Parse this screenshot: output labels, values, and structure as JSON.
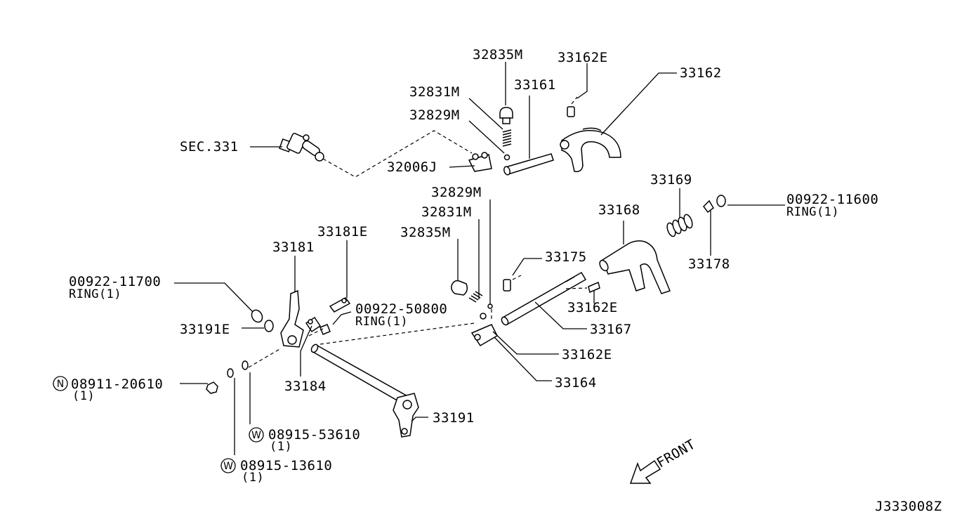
{
  "diagram": {
    "labels": {
      "l_32835M_top": "32835M",
      "l_33162E_top": "33162E",
      "l_33162": "33162",
      "l_32831M_top": "32831M",
      "l_33161": "33161",
      "l_32829M_top": "32829M",
      "l_sec331": "SEC.331",
      "l_32006J": "32006J",
      "l_32829M_mid": "32829M",
      "l_33169": "33169",
      "l_00922_11600": "00922-11600",
      "l_ring1_a": "RING(1)",
      "l_32831M_mid": "32831M",
      "l_33168": "33168",
      "l_33181E": "33181E",
      "l_32835M_mid": "32835M",
      "l_33181": "33181",
      "l_33175": "33175",
      "l_33178": "33178",
      "l_00922_11700": "00922-11700",
      "l_ring1_b": "RING(1)",
      "l_33162E_mid": "33162E",
      "l_00922_50800": "00922-50800",
      "l_ring1_c": "RING(1)",
      "l_33191E": "33191E",
      "l_33167": "33167",
      "l_33162E_low": "33162E",
      "l_08911_20610": "08911-20610",
      "l_qty1_a": "(1)",
      "l_33184": "33184",
      "l_33164": "33164",
      "l_33191": "33191",
      "l_08915_53610": "08915-53610",
      "l_qty1_b": "(1)",
      "l_08915_13610": "08915-13610",
      "l_qty1_c": "(1)",
      "l_front": "FRONT",
      "l_code": "J333008Z"
    },
    "markers": {
      "n": "N",
      "w1": "W",
      "w2": "W"
    }
  }
}
